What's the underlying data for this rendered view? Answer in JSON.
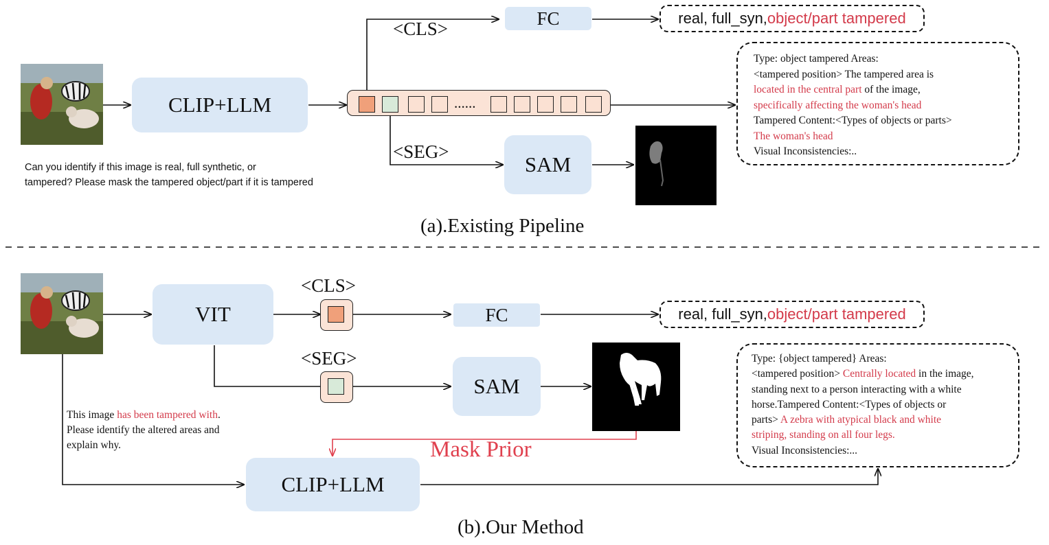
{
  "top": {
    "fc": "FC",
    "cls": "<CLS>",
    "seg": "<SEG>",
    "clip_llm": "CLIP+LLM",
    "sam": "SAM",
    "dots": "......",
    "prompt_line1": "Can you identify if this image is real, full synthetic, or",
    "prompt_line2": "tampered? Please mask the tampered object/part if it is tampered",
    "out_black": "real, full_syn,",
    "out_red": "object/part tampered",
    "desc": {
      "l1": "Type: object tampered Areas:",
      "l2": "<tampered position> The tampered area is",
      "l3_red": "located in the central part",
      "l3_black": " of the image,",
      "l4_red": "specifically affecting the woman's head",
      "l5": "Tampered Content:<Types of objects or parts>",
      "l6_red": "The woman's head",
      "l7": "Visual Inconsistencies:.."
    },
    "caption": "(a).Existing Pipeline"
  },
  "bottom": {
    "vit": "VIT",
    "cls": "<CLS>",
    "seg": "<SEG>",
    "fc": "FC",
    "sam": "SAM",
    "clip_llm": "CLIP+LLM",
    "mask_prior": "Mask Prior",
    "out_black": "real, full_syn,",
    "out_red": "object/part tampered",
    "prompt": {
      "a_black": "This image ",
      "a_red": "has been tampered with",
      "a_end": ".",
      "b": "Please identify the altered areas and",
      "c": "explain why."
    },
    "desc": {
      "l1": "Type: {object tampered}  Areas:",
      "l2_black": "<tampered position> ",
      "l2_red": "Centrally located",
      "l2_end": " in the image,",
      "l3": "standing next to a person interacting with a white",
      "l4": "horse.Tampered Content:<Types of objects or",
      "l5_black": "parts> ",
      "l5_red": "A zebra with atypical black and white",
      "l6_red": "striping, standing on all four legs.",
      "l7": "Visual Inconsistencies:..."
    },
    "caption": "(b).Our Method"
  },
  "colors": {
    "module_fill": "#dbe8f6",
    "cls_token": "#f0a07a",
    "seg_token": "#d8ead9",
    "token_fill": "#fbe1d3",
    "highlight_red": "#d33a4a",
    "mask_prior_red": "#e0404e"
  }
}
